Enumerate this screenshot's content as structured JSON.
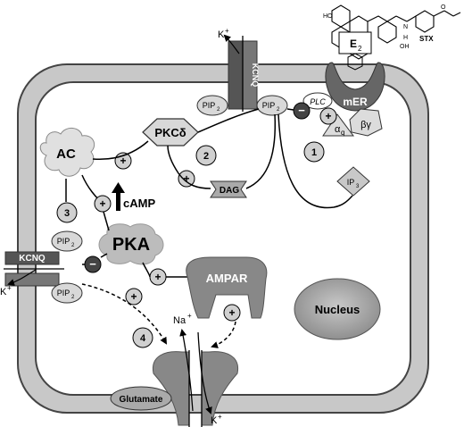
{
  "labels": {
    "k_plus_top": "K",
    "k_plus_left": "K",
    "k_plus_bottom": "K",
    "plus_sup": "+",
    "na_plus": "Na",
    "stx": "STX",
    "e2": "E",
    "e2_sub": "2",
    "mer": "mER",
    "plc": "PLC",
    "alpha_q": "α",
    "alpha_q_sub": "q",
    "beta_gamma": "βγ",
    "kcnq_top": "KCNQ",
    "kcnq_left": "KCNQ",
    "pip": "PIP",
    "pip_sub": "2",
    "pkc": "PKCδ",
    "ac": "AC",
    "camp": "cAMP",
    "dag": "DAG",
    "ip": "IP",
    "ip_sub": "3",
    "pka": "PKA",
    "ampar": "AMPAR",
    "nucleus": "Nucleus",
    "glutamate": "Glutamate",
    "plus": "+",
    "minus": "−",
    "step1": "1",
    "step2": "2",
    "step3": "3",
    "step4": "4",
    "chem_h": "H",
    "chem_n": "N",
    "chem_o": "O",
    "chem_oh": "OH",
    "chem_ho": "HO"
  }
}
